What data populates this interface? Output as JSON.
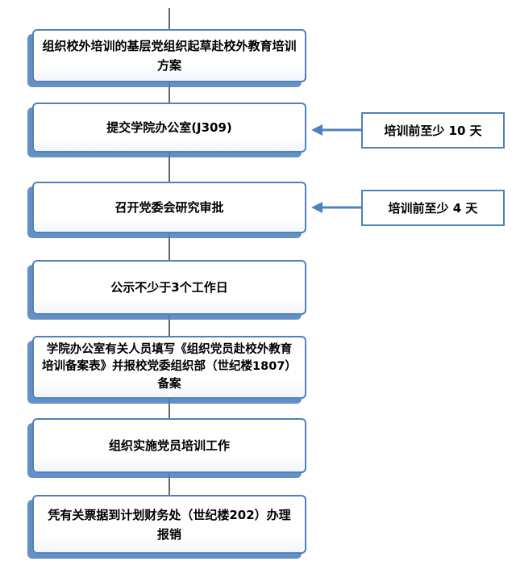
{
  "flow": {
    "steps": [
      {
        "label": "组织校外培训的基层党组织起草赴校外教育培训方案"
      },
      {
        "label": "提交学院办公室(J309)"
      },
      {
        "label": "召开党委会研究审批"
      },
      {
        "label": "公示不少于3个工作日"
      },
      {
        "label": "学院办公室有关人员填写《组织党员赴校外教育培训备案表》并报校党委组织部（世纪楼1807）备案"
      },
      {
        "label": "组织实施党员培训工作"
      },
      {
        "label": "凭有关票据到计划财务处（世纪楼202）办理报销"
      }
    ],
    "annotations": [
      {
        "label": "培训前至少 10 天"
      },
      {
        "label": "培训前至少 4 天"
      }
    ],
    "colors": {
      "box_border": "#4f81bd",
      "box_shadow": "#4f81bd",
      "annotation_arrow": "#4f81bd",
      "connector": "#3f3f3f",
      "text": "#000000"
    }
  }
}
